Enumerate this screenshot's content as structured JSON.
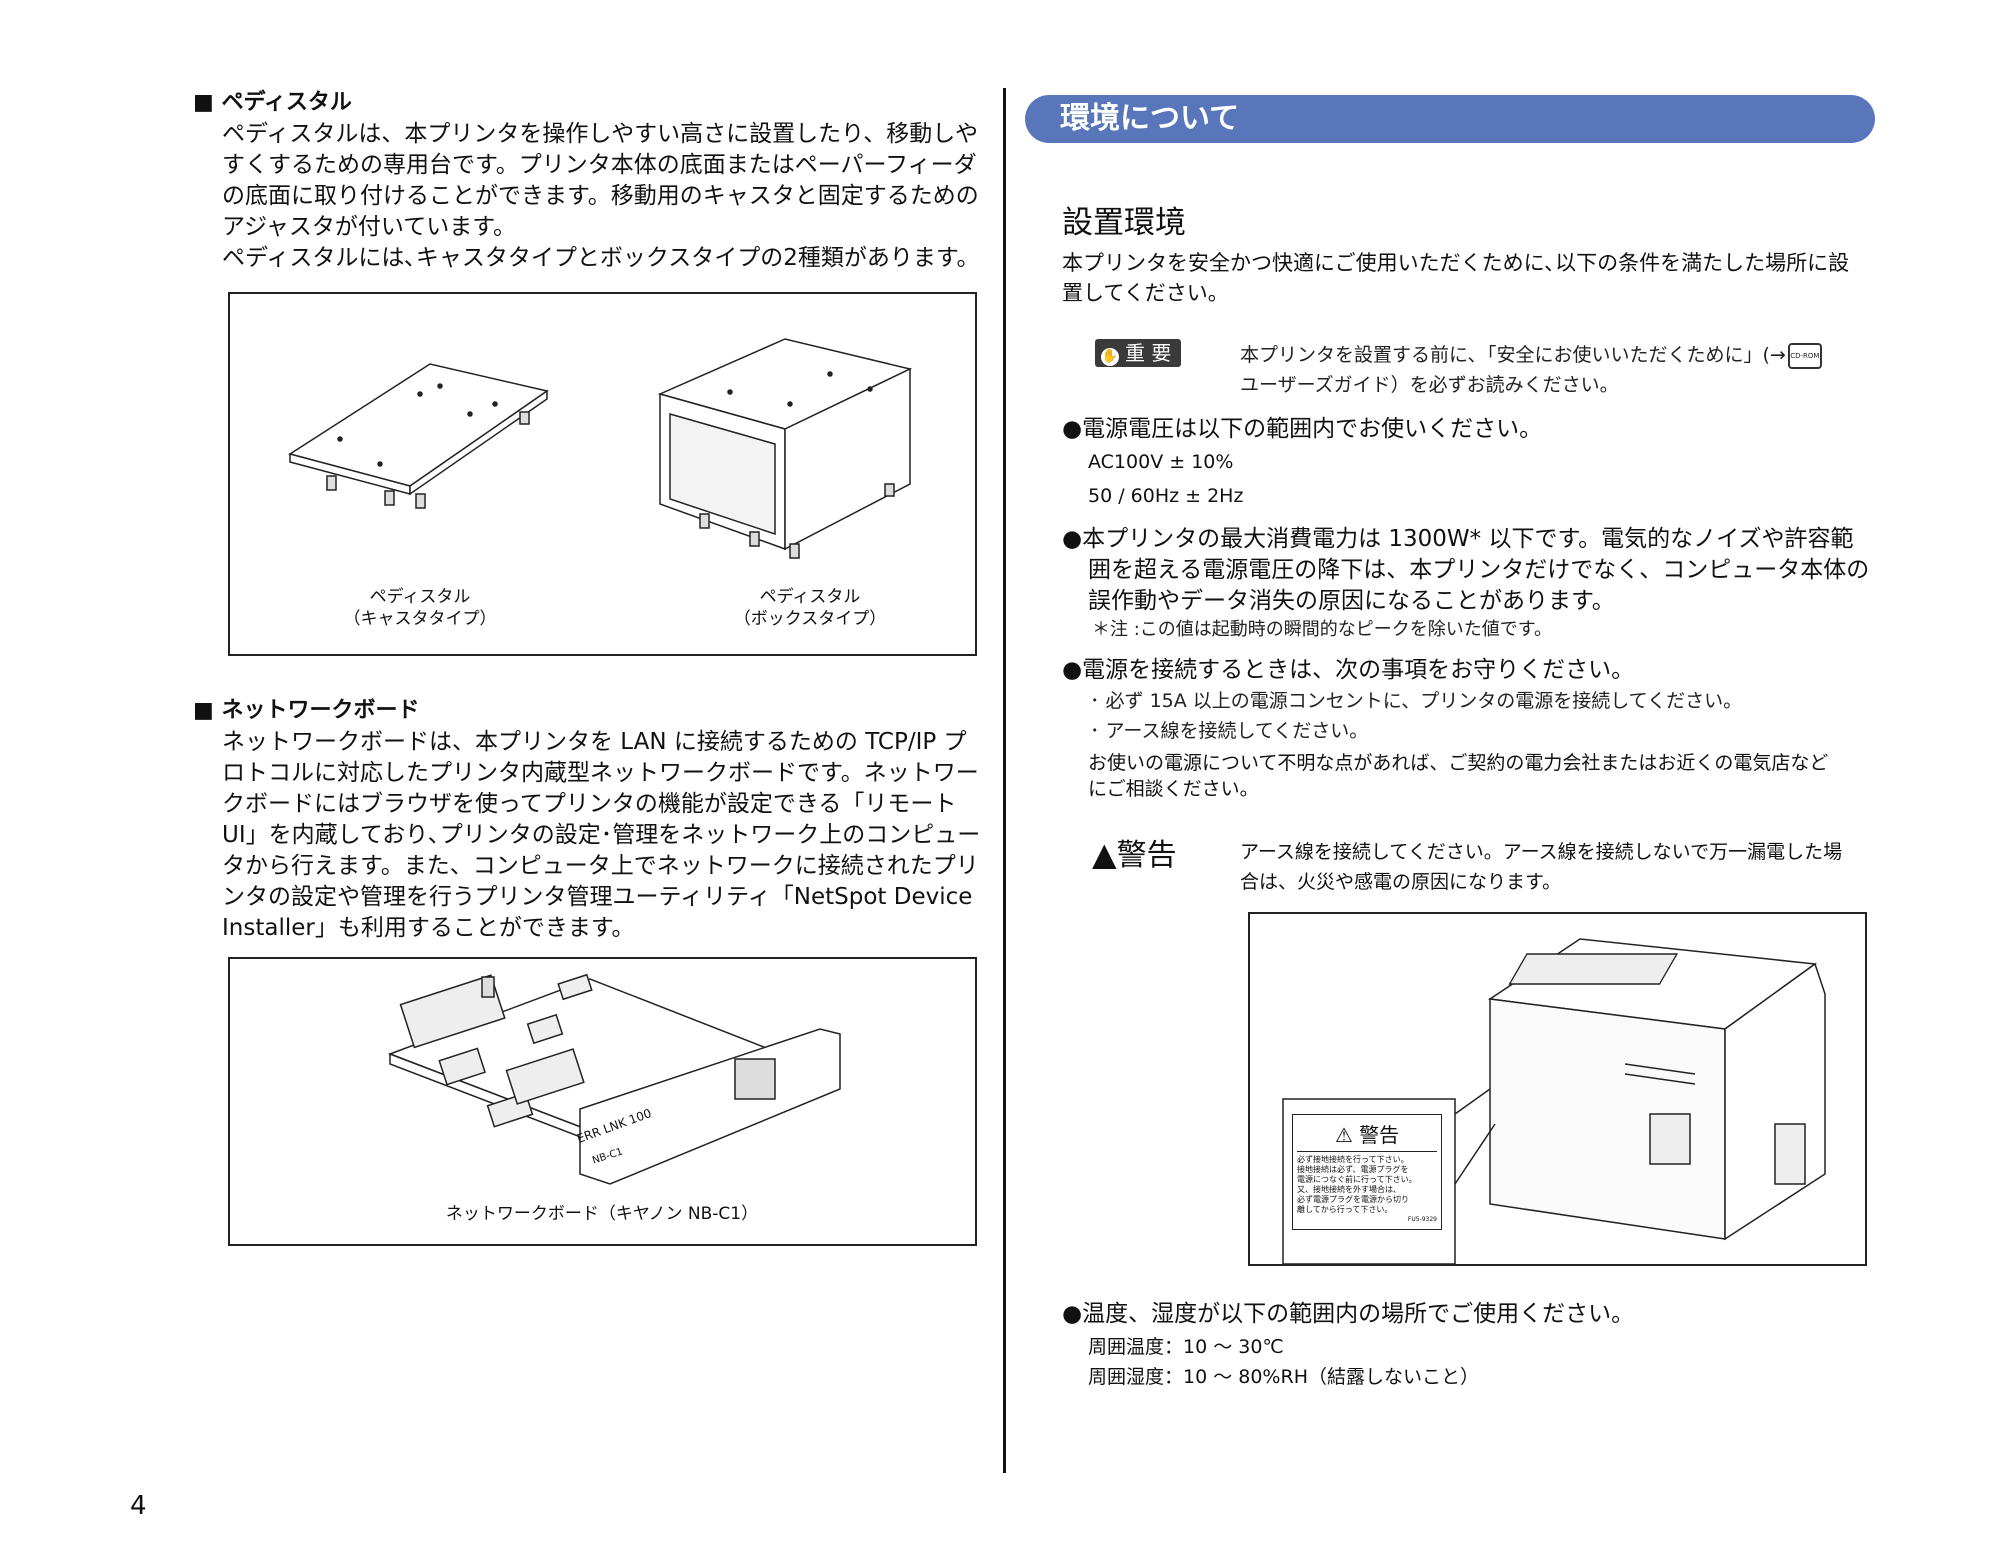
{
  "page_number": "4",
  "left": {
    "pedestal": {
      "heading": "■ ペディスタル",
      "lines": [
        "ペディスタルは、本プリンタを操作しやすい高さに設置したり、移動しや",
        "すくするための専用台です。プリンタ本体の底面またはペーパーフィーダ",
        "の底面に取り付けることができます。移動用のキャスタと固定するための",
        "アジャスタが付いています。",
        "ペディスタルには､キャスタタイプとボックスタイプの2種類があります。"
      ],
      "caption_caster_1": "ペディスタル",
      "caption_caster_2": "（キャスタタイプ）",
      "caption_box_1": "ペディスタル",
      "caption_box_2": "（ボックスタイプ）"
    },
    "network": {
      "heading": "■ ネットワークボード",
      "lines": [
        "ネットワークボードは、本プリンタを LAN に接続するための TCP/IP プ",
        "ロトコルに対応したプリンタ内蔵型ネットワークボードです。ネットワー",
        "クボードにはブラウザを使ってプリンタの機能が設定できる「リモート",
        "UI」を内蔵しており､プリンタの設定･管理をネットワーク上のコンピュー",
        "タから行えます。また、コンピュータ上でネットワークに接続されたプリ",
        "ンタの設定や管理を行うプリンタ管理ユーティリティ「NetSpot Device",
        "Installer」も利用することができます。"
      ],
      "board_label_1": "ERR LNK 100",
      "board_label_2": "NB-C1",
      "caption": "ネットワークボード（キヤノン NB-C1）"
    }
  },
  "right": {
    "banner": "環境について",
    "section_title": "設置環境",
    "intro_lines": [
      "本プリンタを安全かつ快適にご使用いただくために､以下の条件を満たした場所に設",
      "置してください。"
    ],
    "important": {
      "badge": "重 要",
      "line1": "本プリンタを設置する前に､「安全にお使いいただくために」(→",
      "cd_label": "CD-ROM",
      "line2": "ユーザーズガイド）を必ずお読みください。"
    },
    "bullet_voltage": {
      "title": "●電源電圧は以下の範囲内でお使いください。",
      "line1": "AC100V ± 10%",
      "line2": "50 / 60Hz ± 2Hz"
    },
    "bullet_power": {
      "lines": [
        "●本プリンタの最大消費電力は 1300W* 以下です。電気的なノイズや許容範",
        "囲を超える電源電圧の降下は、本プリンタだけでなく、コンピュータ本体の",
        "誤作動やデータ消失の原因になることがあります。"
      ],
      "note": "＊注 :この値は起動時の瞬間的なピークを除いた値です。"
    },
    "bullet_connect": {
      "title": "●電源を接続するときは、次の事項をお守りください。",
      "item1": "･ 必ず 15A 以上の電源コンセントに、プリンタの電源を接続してください。",
      "item2": "･ アース線を接続してください。",
      "advice1": "お使いの電源について不明な点があれば、ご契約の電力会社またはお近くの電気店など",
      "advice2": "にご相談ください。"
    },
    "warning": {
      "label": "警告",
      "line1": "アース線を接続してください。アース線を接続しないで万一漏電した場",
      "line2": "合は、火災や感電の原因になります。",
      "sticker_title": "警告",
      "sticker_lines": [
        "必ず接地接続を行って下さい。",
        "接地接続は必ず、電源プラグを",
        "電源につなぐ前に行って下さい。",
        "又、接地接続を外す場合は、",
        "必ず電源プラグを電源から切り",
        "離してから行って下さい。"
      ],
      "sticker_code": "FU5-9329"
    },
    "bullet_temp": {
      "title": "●温度、湿度が以下の範囲内の場所でご使用ください。",
      "line1": "周囲温度：10 〜 30℃",
      "line2": "周囲湿度：10 〜 80%RH（結露しないこと）"
    }
  }
}
